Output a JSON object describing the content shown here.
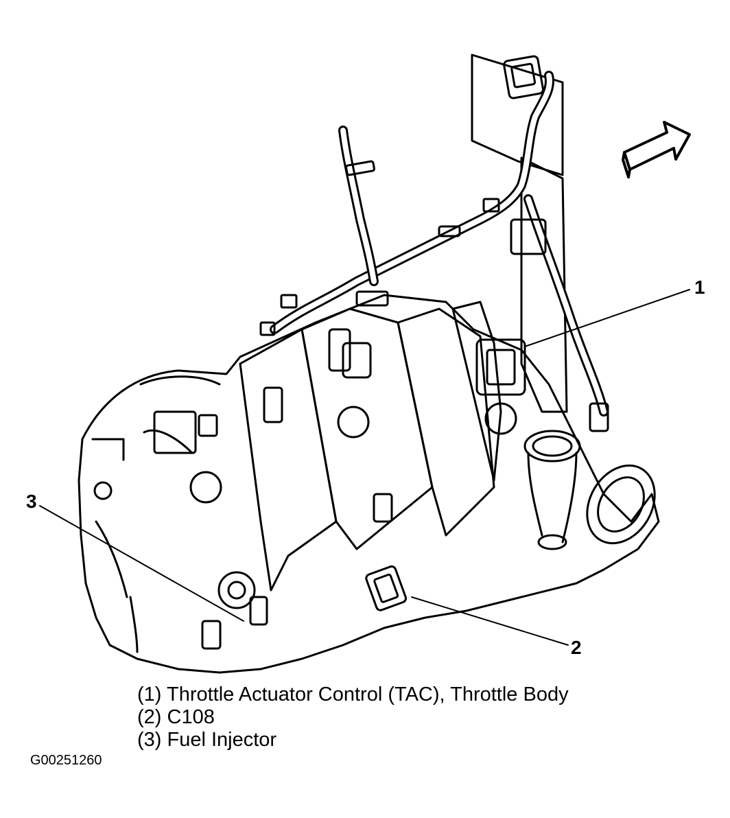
{
  "callouts": [
    {
      "id": "1"
    },
    {
      "id": "2"
    },
    {
      "id": "3"
    }
  ],
  "legend": [
    {
      "text": "(1) Throttle Actuator Control (TAC), Throttle Body"
    },
    {
      "text": "(2) C108"
    },
    {
      "text": "(3) Fuel Injector"
    }
  ],
  "figure_id": "G00251260",
  "colors": {
    "ink": "#000000",
    "paper": "#ffffff"
  }
}
